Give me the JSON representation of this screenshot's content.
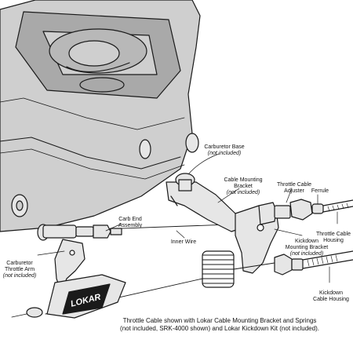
{
  "labels": {
    "carb_base": {
      "title": "Carburetor Base",
      "sub": "(not included)"
    },
    "mount_bracket": {
      "title": "Cable Mounting\nBracket",
      "sub": "(not included)"
    },
    "throttle_adjuster": {
      "title": "Throttle Cable\nAdjuster"
    },
    "ferrule": {
      "title": "Ferrule"
    },
    "throttle_housing": {
      "title": "Throttle Cable\nHousing"
    },
    "carb_end": {
      "title": "Carb End\nAssembly"
    },
    "inner_wire": {
      "title": "Inner Wire"
    },
    "kd_bracket": {
      "title": "Kickdown\nMounting Bracket",
      "sub": "(not included)"
    },
    "carb_arm": {
      "title": "Carburetor\nThrottle Arm",
      "sub": "(not included)"
    },
    "kd_housing": {
      "title": "Kickdown\nCable Housing"
    }
  },
  "brand_text": "LOKAR",
  "caption": "Throttle Cable shown with Lokar Cable Mounting Bracket and Springs (not included, SRK-4000 shown) and Lokar Kickdown Kit (not included).",
  "colors": {
    "line": "#1a1a1a",
    "carb_fill": "#cfcfcf",
    "carb_dark": "#a9a9a9",
    "part_fill": "#e6e6e6"
  }
}
